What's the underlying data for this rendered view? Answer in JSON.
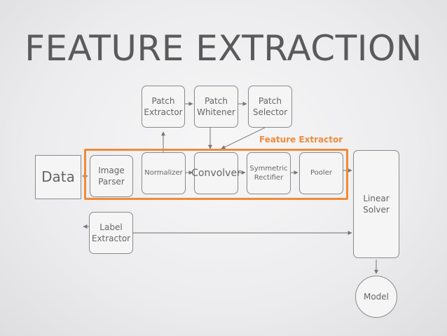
{
  "title": "FEATURE EXTRACTION",
  "highlight": {
    "label": "Feature Extractor",
    "color": "#f08a3a"
  },
  "nodes": {
    "data": {
      "label": "Data"
    },
    "image_parser": {
      "line1": "Image",
      "line2": "Parser"
    },
    "normalizer": {
      "label": "Normalizer"
    },
    "convolver": {
      "label": "Convolver"
    },
    "symmetric_rectifier": {
      "line1": "Symmetric",
      "line2": "Rectifier"
    },
    "pooler": {
      "label": "Pooler"
    },
    "patch_extractor": {
      "line1": "Patch",
      "line2": "Extractor"
    },
    "patch_whitener": {
      "line1": "Patch",
      "line2": "Whitener"
    },
    "patch_selector": {
      "line1": "Patch",
      "line2": "Selector"
    },
    "label_extractor": {
      "line1": "Label",
      "line2": "Extractor"
    },
    "linear_solver": {
      "line1": "Linear",
      "line2": "Solver"
    },
    "model": {
      "label": "Model"
    }
  }
}
